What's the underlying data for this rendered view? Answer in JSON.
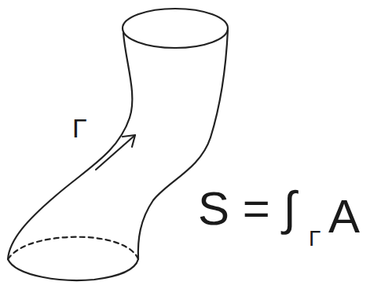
{
  "diagram": {
    "labels": [
      "Γ",
      "S = ∫",
      "Γ",
      "A"
    ]
  }
}
